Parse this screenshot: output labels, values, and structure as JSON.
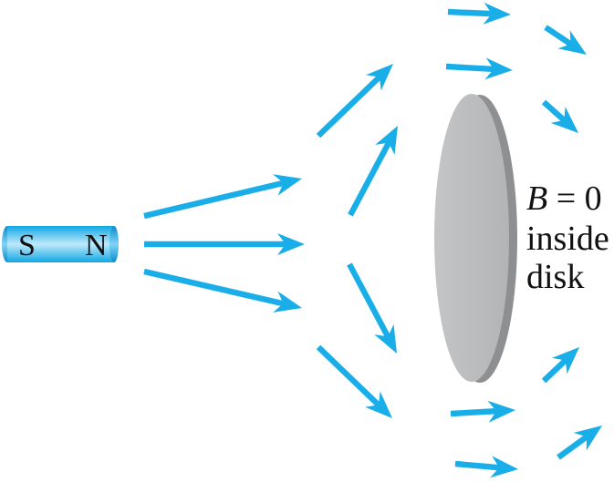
{
  "magnet": {
    "south_label": "S",
    "north_label": "N"
  },
  "disk_annotation": {
    "field_symbol": "B",
    "equation_rest": " = 0",
    "line2": "inside",
    "line3": "disk"
  },
  "colors": {
    "field_arrow": "#1aaee8",
    "magnet_body": "#3cc0f0",
    "disk_face": "#b9babc",
    "disk_edge": "#8e8f91"
  },
  "icons": {
    "field_arrow": "arrow-icon"
  }
}
